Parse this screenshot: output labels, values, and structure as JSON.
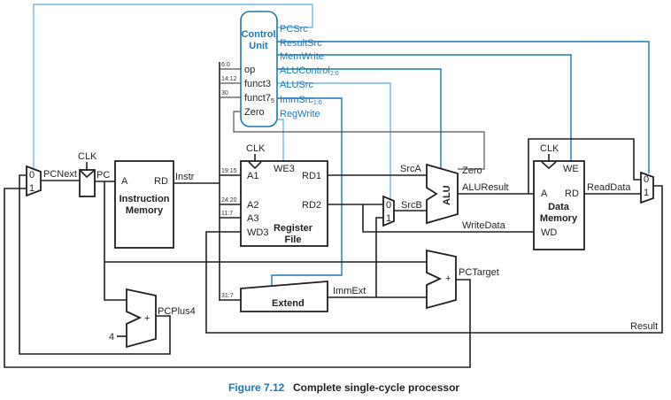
{
  "control_unit": {
    "title_line1": "Control",
    "title_line2": "Unit",
    "inputs": {
      "op": "op",
      "funct3": "funct3",
      "funct7": "funct7",
      "funct7_sub": "5",
      "zero": "Zero"
    },
    "outputs": {
      "pcsrc": "PCSrc",
      "resultsrc": "ResultSrc",
      "memwrite": "MemWrite",
      "alucontrol": "ALUControl",
      "alucontrol_sub": "2:0",
      "alusrc": "ALUSrc",
      "immsrc": "ImmSrc",
      "immsrc_sub": "1:0",
      "regwrite": "RegWrite"
    }
  },
  "bit_fields": {
    "op": "6:0",
    "funct3": "14:12",
    "funct7": "30",
    "a1": "19:15",
    "a2": "24:20",
    "a3": "11:7",
    "ext": "31:7"
  },
  "blocks": {
    "pc_mux": {
      "in0": "0",
      "in1": "1"
    },
    "pc_reg": {
      "clk": "CLK"
    },
    "instr_mem": {
      "a": "A",
      "rd": "RD",
      "name1": "Instruction",
      "name2": "Memory"
    },
    "reg_file": {
      "clk": "CLK",
      "we3": "WE3",
      "a1": "A1",
      "a2": "A2",
      "a3": "A3",
      "wd3": "WD3",
      "rd1": "RD1",
      "rd2": "RD2",
      "name1": "Register",
      "name2": "File"
    },
    "srcb_mux": {
      "in0": "0",
      "in1": "1"
    },
    "alu": {
      "name": "ALU"
    },
    "data_mem": {
      "clk": "CLK",
      "we": "WE",
      "a": "A",
      "rd": "RD",
      "wd": "WD",
      "name1": "Data",
      "name2": "Memory"
    },
    "result_mux": {
      "in0": "0",
      "in1": "1"
    },
    "extend": {
      "name": "Extend"
    },
    "pc_adder": {
      "op": "+",
      "const": "4"
    },
    "target_adder": {
      "op": "+"
    }
  },
  "signals": {
    "pcnext": "PCNext",
    "pc": "PC",
    "instr": "Instr",
    "srca": "SrcA",
    "srcb": "SrcB",
    "zero": "Zero",
    "aluresult": "ALUResult",
    "writedata": "WriteData",
    "readdata": "ReadData",
    "immext": "ImmExt",
    "pctarget": "PCTarget",
    "pcplus4": "PCPlus4",
    "result": "Result"
  },
  "caption": {
    "figure": "Figure 7.12",
    "text": "Complete single-cycle processor"
  },
  "colors": {
    "control": "#1f78b4",
    "control_light": "#79b6e0",
    "wire": "#231f20"
  }
}
